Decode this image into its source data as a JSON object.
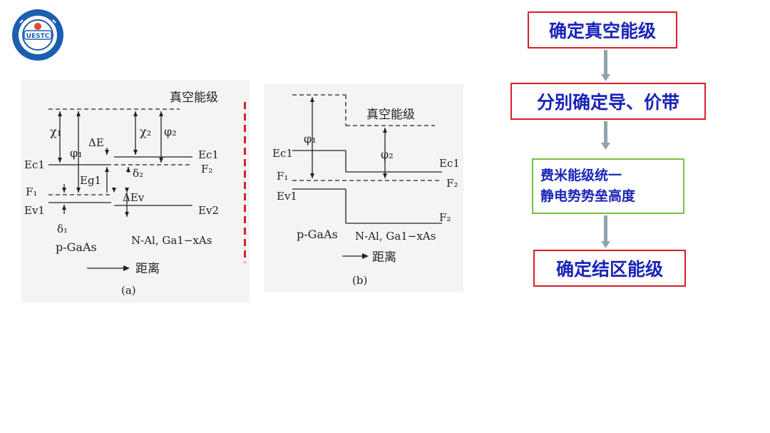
{
  "fig_a": {
    "vacuum_level": "真空能级",
    "chi1": "χ₁",
    "phi1": "φ₁",
    "delta_e": "ΔE",
    "chi2": "χ₂",
    "phi2": "φ₂",
    "ec1_right": "Ec1",
    "ec1_left": "Ec1",
    "f2": "F₂",
    "delta2": "δ₂",
    "eg1": "Eg1",
    "f1": "F₁",
    "delta_ev": "ΔEv",
    "ev1": "Ev1",
    "ev2": "Ev2",
    "delta1": "δ₁",
    "material_left": "p-GaAs",
    "material_right": "N-Al, Ga1−xAs",
    "distance": "距离",
    "caption": "(a)"
  },
  "fig_b": {
    "vacuum_level": "真空能级",
    "phi1": "φ₁",
    "phi2": "φ₂",
    "ec1_left": "Ec1",
    "ec1_right": "Ec1",
    "f1": "F₁",
    "f2_mid": "F₂",
    "ev1": "Ev1",
    "f2_bottom": "F₂",
    "material_left": "p-GaAs",
    "material_right": "N-Al, Ga1−xAs",
    "distance": "距离",
    "caption": "(b)"
  },
  "flow": {
    "step1": "确定真空能级",
    "step2": "分别确定导、价带",
    "step3_line1": "费米能级统一",
    "step3_line2": "静电势势垒高度",
    "step4": "确定结区能级"
  },
  "colors": {
    "text_blue": "#1a25b8",
    "box_red": "#d6202a",
    "box_green": "#78c040",
    "arrow_gray": "#8fa3ad",
    "logo_blue": "#1a5fb0"
  }
}
